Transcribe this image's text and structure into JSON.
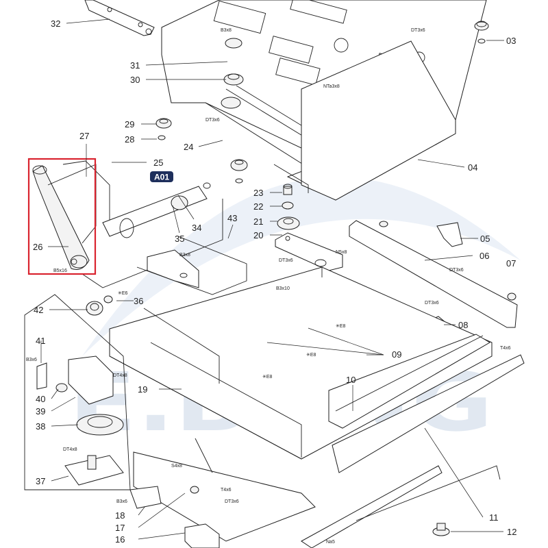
{
  "watermark": {
    "text": "E.BANG",
    "color": "#c9d6e6"
  },
  "colors": {
    "highlight_box": "#d9232e",
    "a01_badge": "#1e2f5c",
    "line": "#1e1e1e",
    "watermark_swoosh": "#dce6f2"
  },
  "a01_label": "A01",
  "callouts": [
    {
      "id": "03",
      "text": "03"
    },
    {
      "id": "04",
      "text": "04"
    },
    {
      "id": "05",
      "text": "05"
    },
    {
      "id": "06",
      "text": "06"
    },
    {
      "id": "07",
      "text": "07"
    },
    {
      "id": "08",
      "text": "08"
    },
    {
      "id": "09",
      "text": "09"
    },
    {
      "id": "10",
      "text": "10"
    },
    {
      "id": "11",
      "text": "11"
    },
    {
      "id": "12",
      "text": "12"
    },
    {
      "id": "16",
      "text": "16"
    },
    {
      "id": "17",
      "text": "17"
    },
    {
      "id": "18",
      "text": "18"
    },
    {
      "id": "19",
      "text": "19"
    },
    {
      "id": "20",
      "text": "20"
    },
    {
      "id": "21",
      "text": "21"
    },
    {
      "id": "22",
      "text": "22"
    },
    {
      "id": "23",
      "text": "23"
    },
    {
      "id": "24",
      "text": "24"
    },
    {
      "id": "25",
      "text": "25"
    },
    {
      "id": "26",
      "text": "26"
    },
    {
      "id": "27",
      "text": "27"
    },
    {
      "id": "28",
      "text": "28"
    },
    {
      "id": "29",
      "text": "29"
    },
    {
      "id": "30",
      "text": "30"
    },
    {
      "id": "31",
      "text": "31"
    },
    {
      "id": "32",
      "text": "32"
    },
    {
      "id": "34",
      "text": "34"
    },
    {
      "id": "35",
      "text": "35"
    },
    {
      "id": "36",
      "text": "36"
    },
    {
      "id": "37",
      "text": "37"
    },
    {
      "id": "38",
      "text": "38"
    },
    {
      "id": "39",
      "text": "39"
    },
    {
      "id": "40",
      "text": "40"
    },
    {
      "id": "41",
      "text": "41"
    },
    {
      "id": "42",
      "text": "42"
    },
    {
      "id": "43",
      "text": "43"
    }
  ],
  "screw_tags": [
    {
      "id": "b3x8_top",
      "text": "B3x8"
    },
    {
      "id": "dt3x6_top",
      "text": "DT3x6"
    },
    {
      "id": "nta3x8",
      "text": "NTa3x8"
    },
    {
      "id": "dt3x6_24",
      "text": "DT3x6"
    },
    {
      "id": "b5x16",
      "text": "B5x16"
    },
    {
      "id": "b3x8_mid",
      "text": "B3x8"
    },
    {
      "id": "dt3x6_20",
      "text": "DT3x6"
    },
    {
      "id": "n5x8",
      "text": "N5x8"
    },
    {
      "id": "b3x10",
      "text": "B3x10"
    },
    {
      "id": "dt3x6_06",
      "text": "DT3x6"
    },
    {
      "id": "dt3x6_08",
      "text": "DT3x6"
    },
    {
      "id": "e6",
      "text": "✳E6"
    },
    {
      "id": "e8_a",
      "text": "✳E8"
    },
    {
      "id": "e8_b",
      "text": "✳E8"
    },
    {
      "id": "e8_c",
      "text": "✳E8"
    },
    {
      "id": "b3x6_41",
      "text": "B3x6"
    },
    {
      "id": "dt4x8_39",
      "text": "DT4x8"
    },
    {
      "id": "dt4x8_37",
      "text": "DT4x8"
    },
    {
      "id": "t4x6_right",
      "text": "T4x6"
    },
    {
      "id": "s4x8",
      "text": "S4x8"
    },
    {
      "id": "t4x6_bottom",
      "text": "T4x6"
    },
    {
      "id": "b3x6_18",
      "text": "B3x6"
    },
    {
      "id": "dt3x6_bottom",
      "text": "DT3x6"
    },
    {
      "id": "na5",
      "text": "Na5"
    }
  ]
}
